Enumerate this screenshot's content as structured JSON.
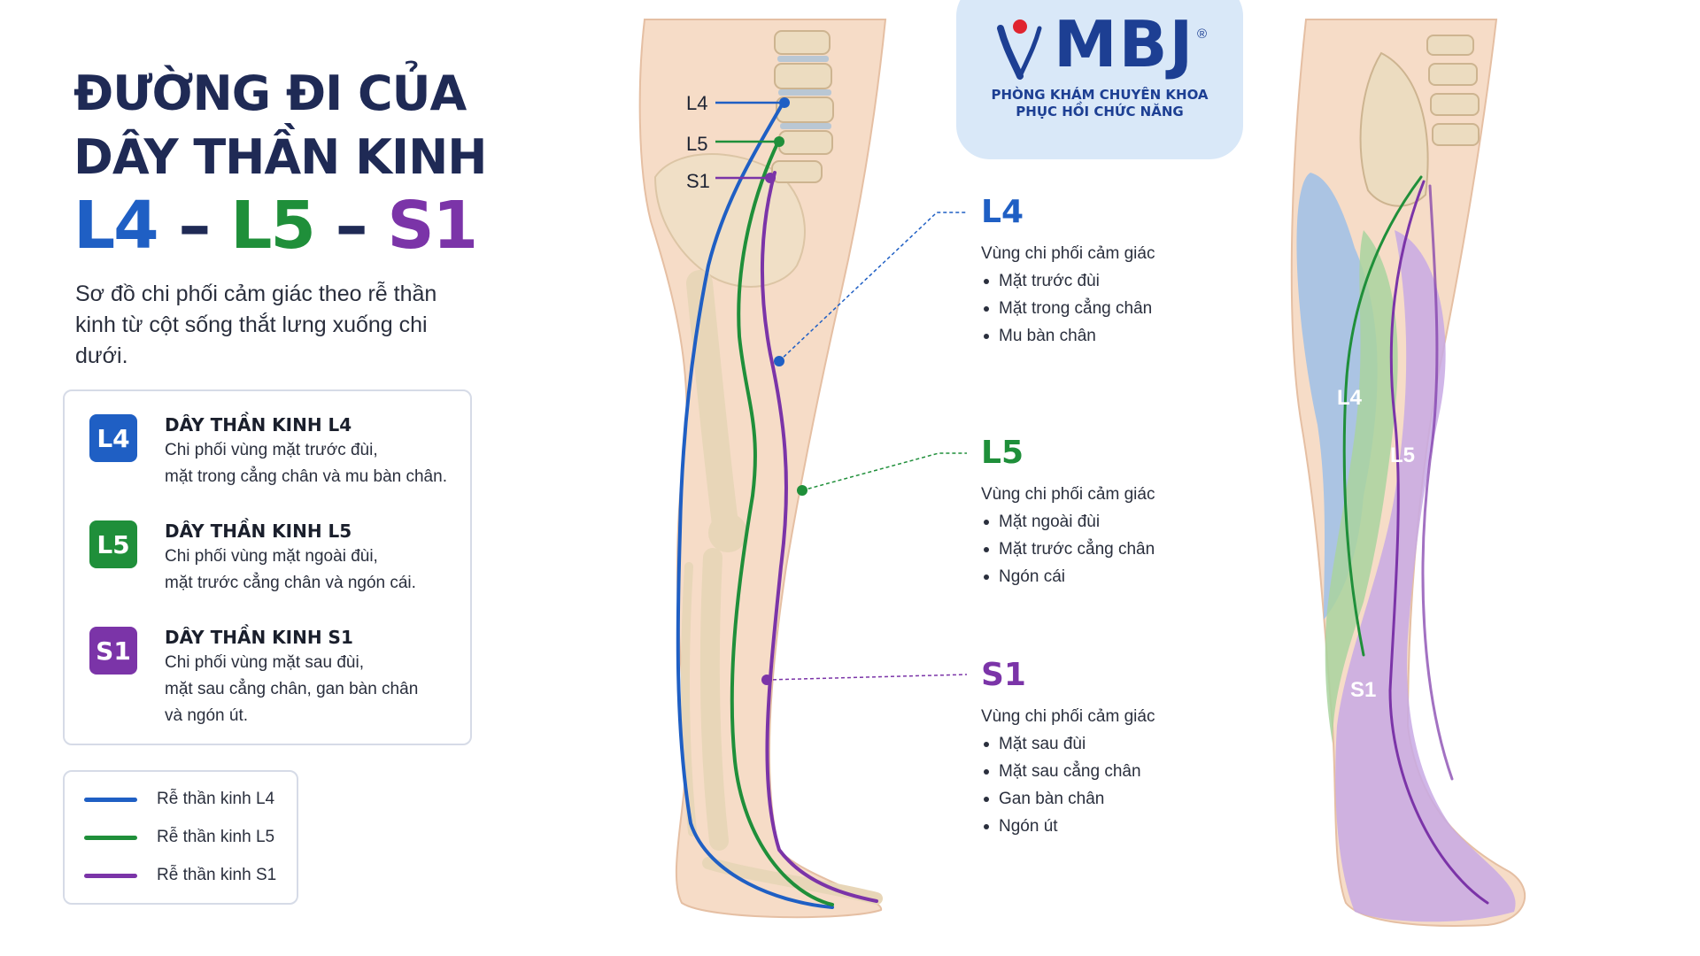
{
  "title": {
    "line1": "ĐƯỜNG ĐI CỦA",
    "line2": "DÂY THẦN KINH"
  },
  "codes": {
    "l4": "L4",
    "dash1": " – ",
    "l5": "L5",
    "dash2": " – ",
    "s1": "S1"
  },
  "subtitle": "Sơ đồ chi phối cảm giác theo rễ thần kinh từ cột sống thắt lưng xuống chi dưới.",
  "nerves": [
    {
      "badge": "L4",
      "title": "DÂY THẦN KINH L4",
      "desc1": "Chi phối vùng mặt trước đùi,",
      "desc2": "mặt trong cẳng chân và mu bàn chân.",
      "desc3": ""
    },
    {
      "badge": "L5",
      "title": "DÂY THẦN KINH L5",
      "desc1": "Chi phối vùng mặt ngoài đùi,",
      "desc2": "mặt trước cẳng chân và ngón cái.",
      "desc3": ""
    },
    {
      "badge": "S1",
      "title": "DÂY THẦN KINH S1",
      "desc1": "Chi phối vùng mặt sau đùi,",
      "desc2": "mặt sau cẳng chân, gan bàn chân",
      "desc3": "và ngón út."
    }
  ],
  "legend": [
    {
      "label": "Rễ thần kinh L4"
    },
    {
      "label": "Rễ thần kinh L5"
    },
    {
      "label": "Rễ thần kinh S1"
    }
  ],
  "logo": {
    "name": "MBJ",
    "reg": "®",
    "line1": "PHÒNG KHÁM CHUYÊN KHOA",
    "line2": "PHỤC HỒI CHỨC NĂNG"
  },
  "spine_labels": {
    "l4": "L4",
    "l5": "L5",
    "s1": "S1"
  },
  "regions": [
    {
      "code": "L4",
      "intro": "Vùng chi phối cảm giác",
      "items": [
        "Mặt trước đùi",
        "Mặt trong cẳng chân",
        "Mu bàn chân"
      ]
    },
    {
      "code": "L5",
      "intro": "Vùng chi phối cảm giác",
      "items": [
        "Mặt ngoài đùi",
        "Mặt trước cẳng chân",
        "Ngón cái"
      ]
    },
    {
      "code": "S1",
      "intro": "Vùng chi phối cảm giác",
      "items": [
        "Mặt sau đùi",
        "Mặt sau cẳng chân",
        "Gan bàn chân",
        "Ngón út"
      ]
    }
  ],
  "zone_labels": {
    "l4": "L4",
    "l5": "L5",
    "s1": "S1"
  },
  "colors": {
    "l4": "#1f5fc4",
    "l5": "#1f8f3a",
    "s1": "#7b34a8",
    "navy": "#1f2a55",
    "logo_bg": "#d9e8f8"
  }
}
